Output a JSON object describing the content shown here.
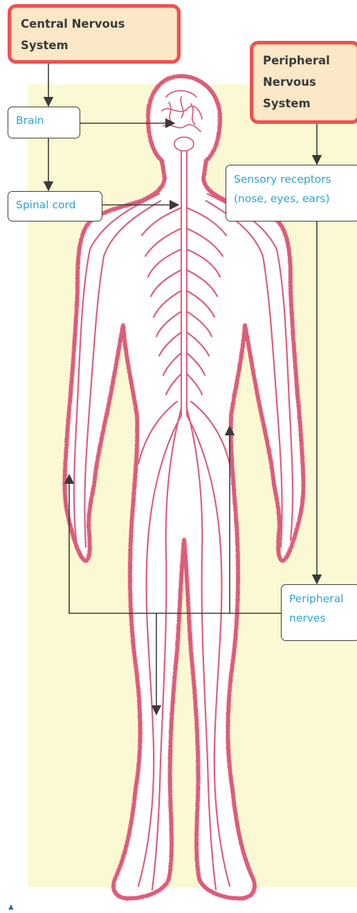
{
  "categories": {
    "central": {
      "line1": "Central Nervous",
      "line2": "System"
    },
    "peripheral": {
      "line1": "Peripheral",
      "line2": "Nervous",
      "line3": "System"
    }
  },
  "labels": {
    "brain": "Brain",
    "spinal_cord": "Spinal cord",
    "sensory": {
      "line1": "Sensory receptors",
      "line2": "(nose, eyes, ears)"
    },
    "peripheral_nerves": {
      "line1": "Peripheral",
      "line2": "nerves"
    }
  },
  "colors": {
    "nerve": "#dd5c7a",
    "background_panel": "#fbf9d3",
    "category_fill": "#fbe8c6",
    "category_border": "#ef5150",
    "label_text": "#2ba3d6",
    "arrow": "#3a3a3a"
  },
  "icons": {
    "corner_mark": "triangle-icon"
  }
}
